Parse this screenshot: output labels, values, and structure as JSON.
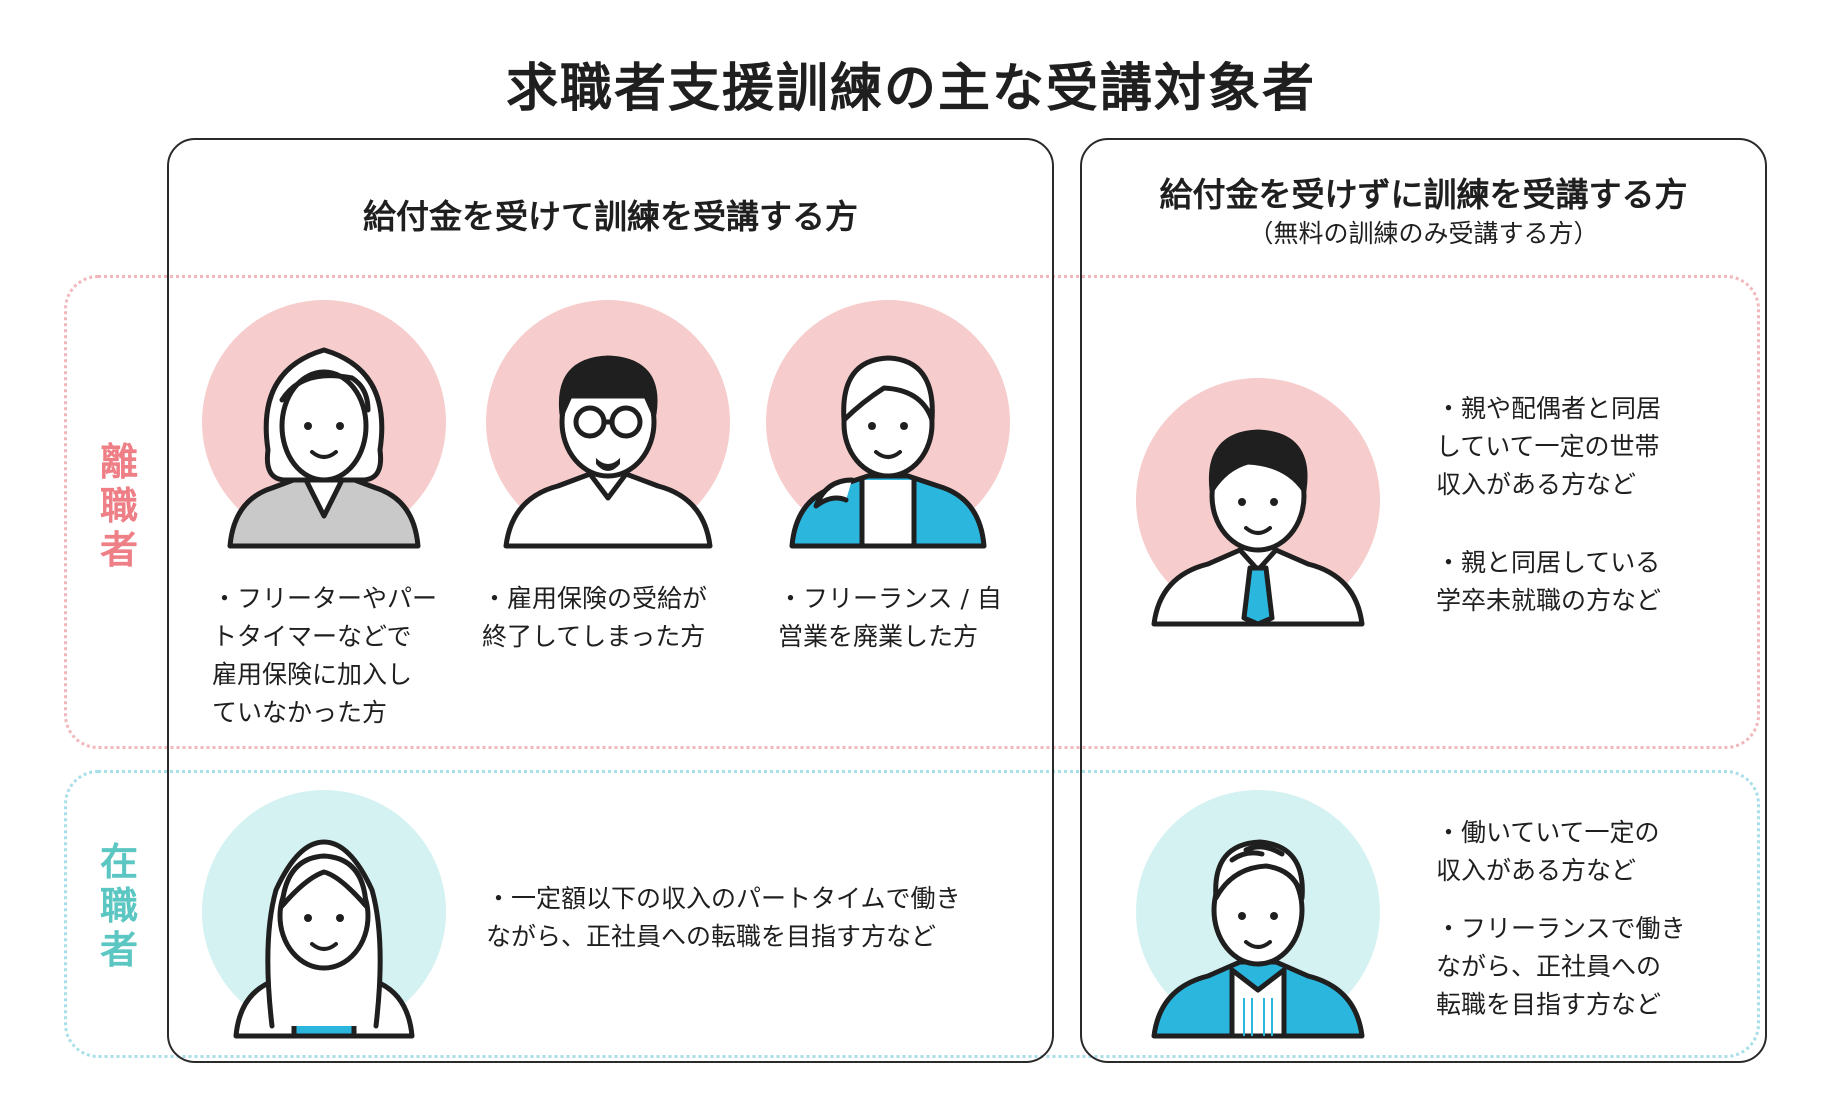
{
  "title": "求職者支援訓練の主な受講対象者",
  "colors": {
    "pink_circle": "#f6cccc",
    "cyan_circle": "#d4f2f1",
    "pink_label": "#ee7f86",
    "cyan_label": "#5cc7c2",
    "jacket_blue": "#2bb6de",
    "pink_dots": "#f2b7ba",
    "cyan_dots": "#a9dfe8"
  },
  "columns": {
    "left": {
      "heading": "給付金を受けて訓練を受講する方"
    },
    "right": {
      "heading": "給付金を受けずに訓練を受講する方",
      "subheading": "（無料の訓練のみ受講する方）"
    }
  },
  "rows": {
    "unemployed": {
      "label": "離\n職\n者"
    },
    "employed": {
      "label": "在\n職\n者"
    }
  },
  "cells": {
    "unemployed_left": [
      {
        "icon": "woman-jacket-icon",
        "text": "・フリーターやパー\nトタイマーなどで\n雇用保険に加入し\nていなかった方"
      },
      {
        "icon": "man-glasses-icon",
        "text": "・雇用保険の受給が\n終了してしまった方"
      },
      {
        "icon": "woman-ponytail-icon",
        "text": "・フリーランス / 自\n営業を廃業した方"
      }
    ],
    "unemployed_right": {
      "icon": "man-tie-icon",
      "text1": "・親や配偶者と同居\nしていて一定の世帯\n収入がある方など",
      "text2": "・親と同居している\n学卒未就職の方など"
    },
    "employed_left": {
      "icon": "woman-longhair-icon",
      "text": "・一定額以下の収入のパートタイムで働き\nながら、正社員への転職を目指す方など"
    },
    "employed_right": {
      "icon": "man-suit-icon",
      "text1": "・働いていて一定の\n 収入がある方など",
      "text2": "・フリーランスで働き\n ながら、正社員への\n 転職を目指す方など"
    }
  }
}
